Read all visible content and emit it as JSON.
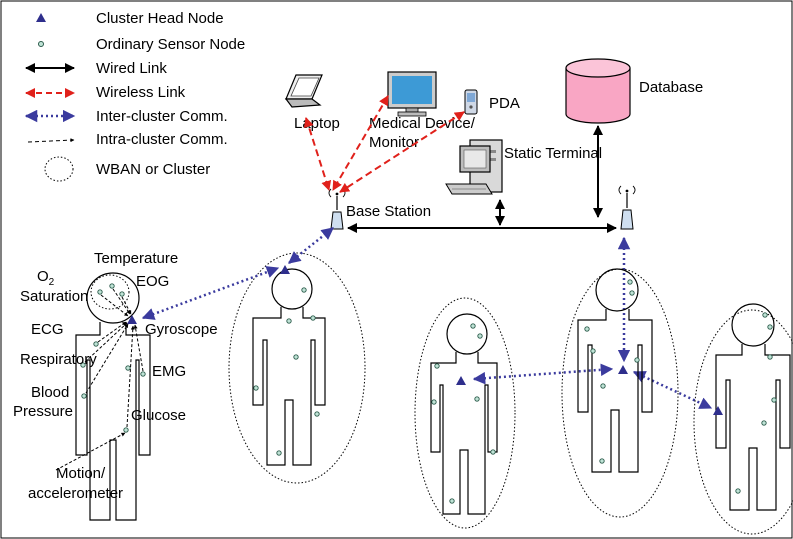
{
  "legend": [
    {
      "id": "cluster-head",
      "label": "Cluster Head Node",
      "icon": "triangle-icon"
    },
    {
      "id": "ordinary-node",
      "label": "Ordinary Sensor Node",
      "icon": "small-circle-icon"
    },
    {
      "id": "wired",
      "label": "Wired Link",
      "icon": "double-arrow-icon"
    },
    {
      "id": "wireless",
      "label": "Wireless Link",
      "icon": "red-dashed-arrow-icon"
    },
    {
      "id": "inter",
      "label": "Inter-cluster Comm.",
      "icon": "blue-dotted-arrow-icon"
    },
    {
      "id": "intra",
      "label": "Intra-cluster Comm.",
      "icon": "dashed-arrow-icon"
    },
    {
      "id": "wban",
      "label": "WBAN or Cluster",
      "icon": "dotted-ellipse-icon"
    }
  ],
  "devices": {
    "laptop": "Laptop",
    "medical_device_1": "Medical Device/",
    "medical_device_2": "Monitor",
    "pda": "PDA",
    "static_terminal": "Static Terminal",
    "database": "Database",
    "base_station": "Base Station"
  },
  "sensors": {
    "temperature": "Temperature",
    "o2_main": "O",
    "o2_sub": "2",
    "saturation": "Saturation",
    "eog": "EOG",
    "ecg": "ECG",
    "gyroscope": "Gyroscope",
    "respiratory": "Respiratory",
    "emg": "EMG",
    "blood": "Blood",
    "pressure": "Pressure",
    "glucose": "Glucose",
    "motion": "Motion/",
    "accelerometer": "accelerometer"
  },
  "colors": {
    "cluster_head": "#2e2e8c",
    "ordinary_node": "#bfe3d6",
    "wireless": "#e0211b",
    "inter_cluster": "#3b3b9e",
    "database_fill": "#f9a6c4",
    "monitor_screen": "#3d9ad6",
    "line": "#000000"
  }
}
